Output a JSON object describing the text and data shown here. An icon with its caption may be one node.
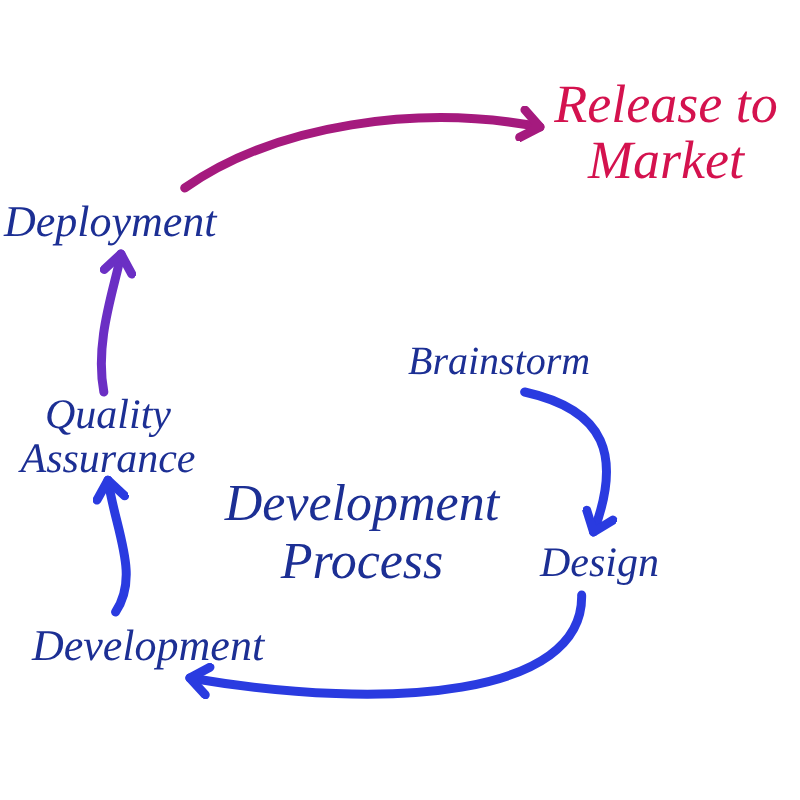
{
  "diagram": {
    "title": "Development Process",
    "nodes": [
      {
        "text": [
          "Release to Market"
        ]
      },
      {
        "text": [
          "Deployment"
        ]
      },
      {
        "text": [
          "Brainstorm"
        ]
      },
      {
        "text": [
          "Quality Assurance"
        ]
      },
      {
        "text": [
          "Design"
        ]
      },
      {
        "text": [
          "Development"
        ]
      }
    ],
    "edges": [
      {
        "from": 2,
        "to": 4,
        "arrow": "to"
      },
      {
        "from": 4,
        "to": 5,
        "arrow": "to"
      },
      {
        "from": 5,
        "to": 3,
        "arrow": "to"
      },
      {
        "from": 3,
        "to": 1,
        "arrow": "to",
        "color": "#6b2fc4"
      },
      {
        "from": 1,
        "to": 0,
        "arrow": "to",
        "color": "#a51a7e"
      }
    ]
  }
}
